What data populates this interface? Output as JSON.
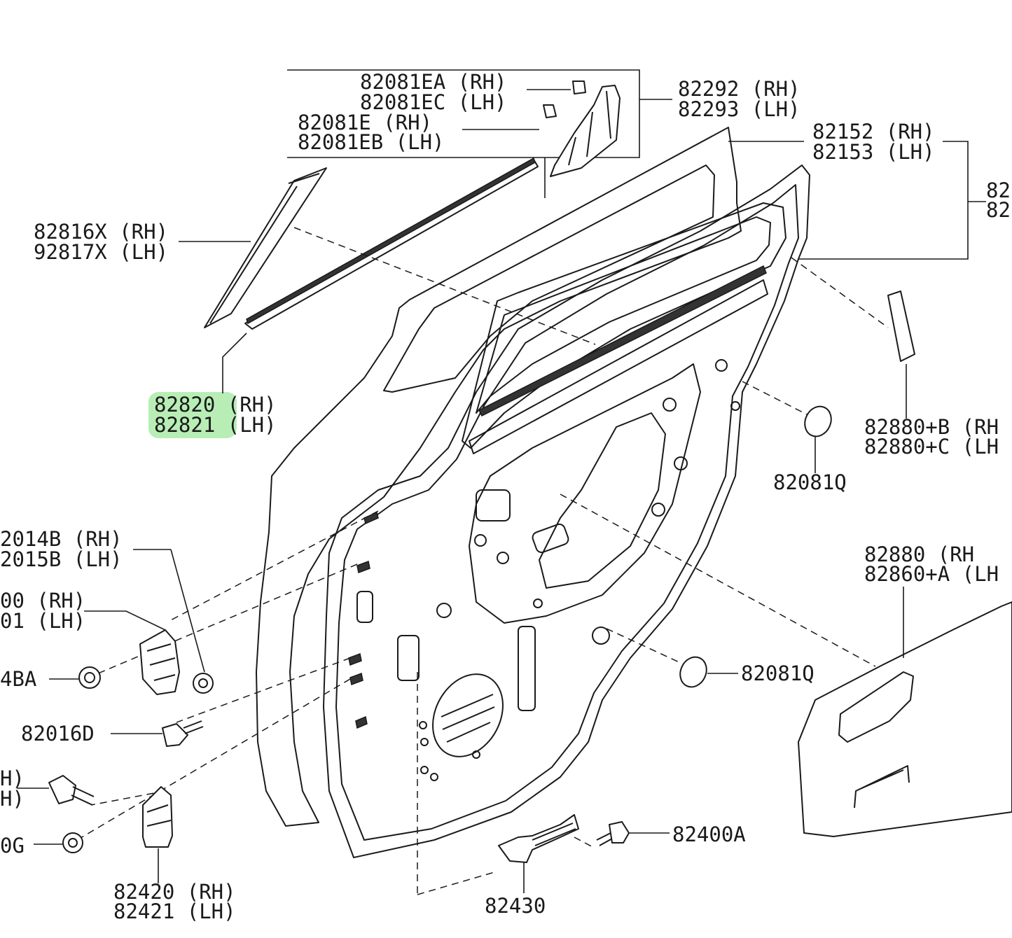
{
  "labels": {
    "l82081EA": "82081EA (RH)",
    "l82081EC": "82081EC (LH)",
    "l82081E": "82081E  (RH)",
    "l82081EB": "82081EB (LH)",
    "l82292": "82292 (RH)",
    "l82293": "82293 (LH)",
    "l82152": "82152 (RH)",
    "l82153": "82153 (LH)",
    "l82right1": "82",
    "l82right2": "82",
    "l82816X": "82816X (RH)",
    "l92817X": "92817X (LH)",
    "l82820": "82820 (RH)",
    "l82821": "82821 (LH)",
    "l82880B": "82880+B (RH",
    "l82880C": "82880+C (LH",
    "l82081Q_top": "82081Q",
    "l82014B": "2014B (RH)",
    "l82015B": "2015B (LH)",
    "l00RH": "00 (RH)",
    "l01LH": "01 (LH)",
    "l4BA": "4BA",
    "l82016D": "82016D",
    "lH1": "H)",
    "lH2": "H)",
    "l0G": "0G",
    "l82420": "82420 (RH)",
    "l82421": "82421 (LH)",
    "l82430": "82430",
    "l82400A": "82400A",
    "l82081Q_mid": "82081Q",
    "l82880": "82880    (RH",
    "l82860A": "82860+A (LH"
  },
  "highlight_color": "#7ee07a"
}
